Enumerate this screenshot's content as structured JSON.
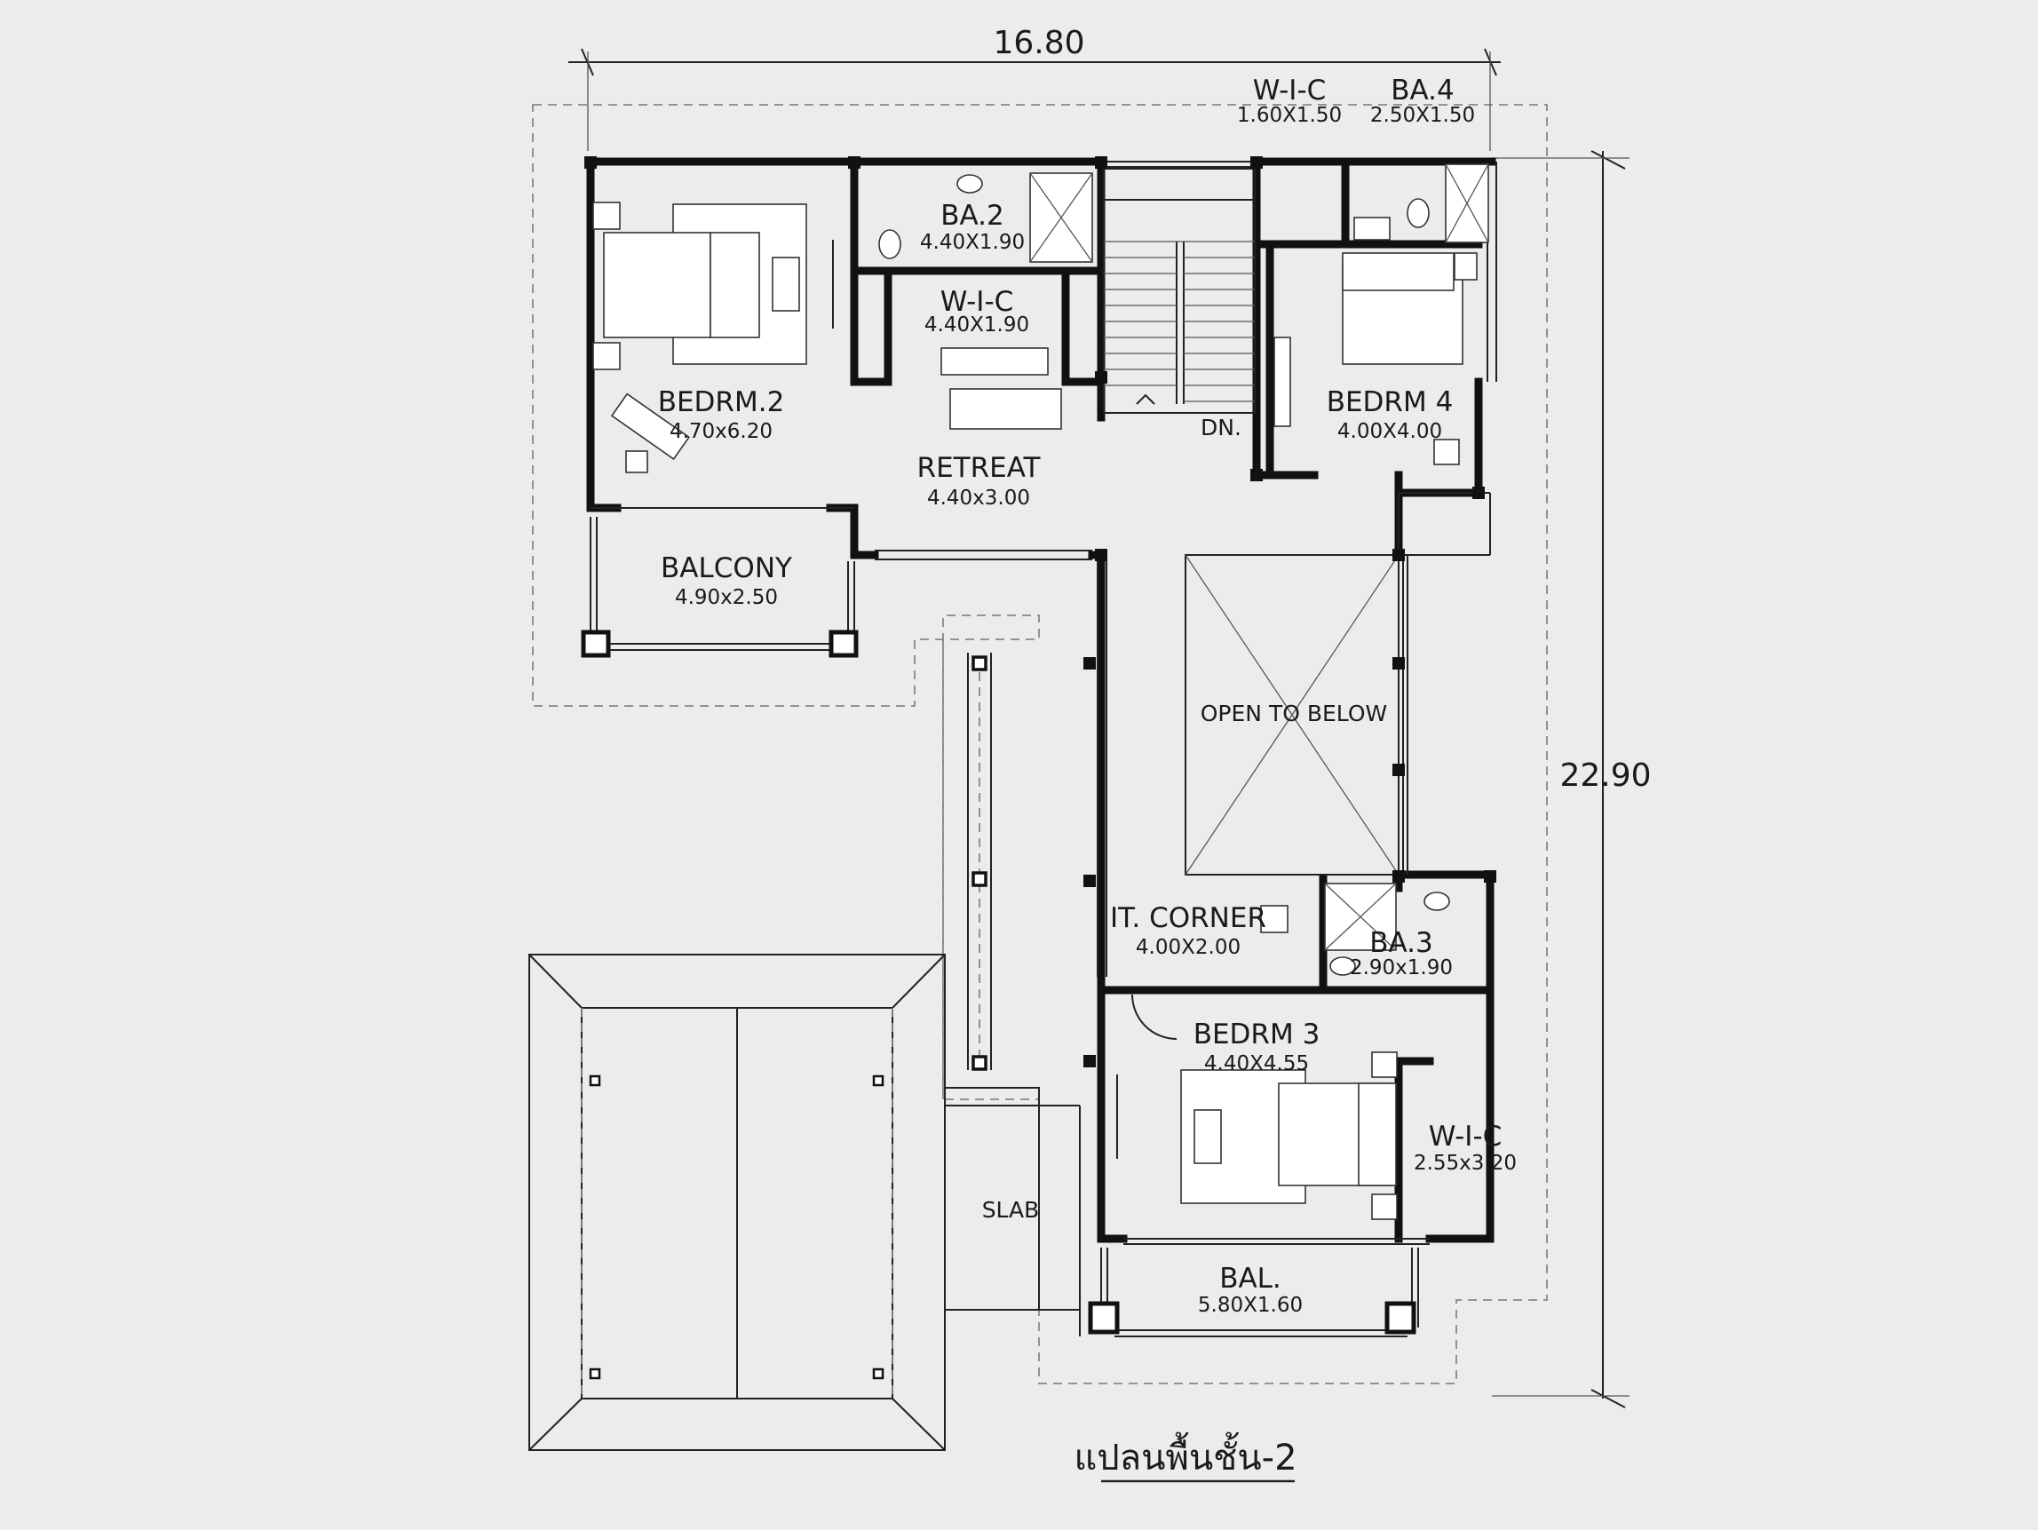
{
  "dimensions": {
    "width": "16.80",
    "depth": "22.90"
  },
  "plan_title": "แปลนพื้นชั้น-2",
  "rooms": {
    "wic_top": {
      "name": "W-I-C",
      "size": "1.60X1.50"
    },
    "ba4": {
      "name": "BA.4",
      "size": "2.50X1.50"
    },
    "ba2": {
      "name": "BA.2",
      "size": "4.40X1.90"
    },
    "wic_mid": {
      "name": "W-I-C",
      "size": "4.40X1.90"
    },
    "bedrm2": {
      "name": "BEDRM.2",
      "size": "4.70x6.20"
    },
    "retreat": {
      "name": "RETREAT",
      "size": "4.40x3.00"
    },
    "bedrm4": {
      "name": "BEDRM 4",
      "size": "4.00X4.00"
    },
    "balcony": {
      "name": "BALCONY",
      "size": "4.90x2.50"
    },
    "open_to_below": {
      "name": "OPEN TO BELOW"
    },
    "it_corner": {
      "name": "IT. CORNER",
      "size": "4.00X2.00"
    },
    "ba3": {
      "name": "BA.3",
      "size": "2.90x1.90"
    },
    "bedrm3": {
      "name": "BEDRM 3",
      "size": "4.40X4.55"
    },
    "wic_bed3": {
      "name": "W-I-C",
      "size": "2.55x3.20"
    },
    "bal": {
      "name": "BAL.",
      "size": "5.80X1.60"
    },
    "slab": {
      "name": "SLAB"
    }
  },
  "stair": {
    "label": "DN."
  }
}
